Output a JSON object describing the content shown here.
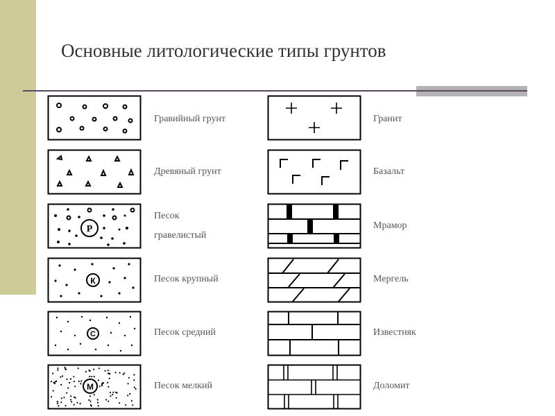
{
  "title": "Основные литологические типы грунтов",
  "left_column": [
    {
      "pattern": "gravel",
      "label": "Гравийный грунт"
    },
    {
      "pattern": "gruss",
      "label": "Древяный грунт"
    },
    {
      "pattern": "sand-gravelly",
      "label_line1": "Песок",
      "label_line2": "гравелистый",
      "symbol": "Р"
    },
    {
      "pattern": "sand-coarse",
      "label": "Песок крупный",
      "symbol": "К"
    },
    {
      "pattern": "sand-medium",
      "label": "Песок средний",
      "symbol": "С"
    },
    {
      "pattern": "sand-fine",
      "label": "Песок мелкий",
      "symbol": "М"
    }
  ],
  "right_column": [
    {
      "pattern": "granite",
      "label": "Гранит"
    },
    {
      "pattern": "basalt",
      "label": "Базальт"
    },
    {
      "pattern": "marble",
      "label": "Мрамор"
    },
    {
      "pattern": "marl",
      "label": "Мергель"
    },
    {
      "pattern": "limestone",
      "label": "Известняк"
    },
    {
      "pattern": "dolomite",
      "label": "Доломит"
    }
  ]
}
